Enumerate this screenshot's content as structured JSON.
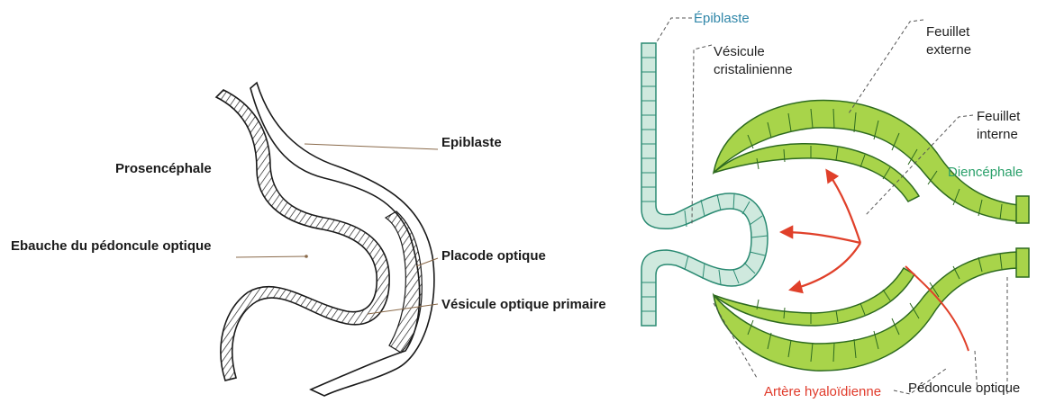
{
  "left_diagram": {
    "labels": {
      "prosencephale": "Prosencéphale",
      "epiblaste": "Epiblaste",
      "ebauche": "Ebauche du pédoncule optique",
      "placode": "Placode optique",
      "vesicule_primaire": "Vésicule optique primaire"
    }
  },
  "right_diagram": {
    "labels": {
      "epiblaste": "Épiblaste",
      "vesicule_line1": "Vésicule",
      "vesicule_line2": "cristalinienne",
      "feuillet_externe_line1": "Feuillet",
      "feuillet_externe_line2": "externe",
      "feuillet_interne_line1": "Feuillet",
      "feuillet_interne_line2": "interne",
      "diencephale": "Diencéphale",
      "artere": "Artère hyaloïdienne",
      "pedoncule": "Pédoncule optique"
    }
  },
  "colors": {
    "epiblast_fill": "#cfe9de",
    "epiblast_stroke": "#2a8a72",
    "neural_fill": "#a8d44a",
    "neural_stroke": "#2d6a1f",
    "arrow": "#e0402a",
    "artery_label": "#e03a2a",
    "epiblast_label": "#2f86a8",
    "diencephale_label": "#2aa06a",
    "leader": "#8a6a4a"
  }
}
